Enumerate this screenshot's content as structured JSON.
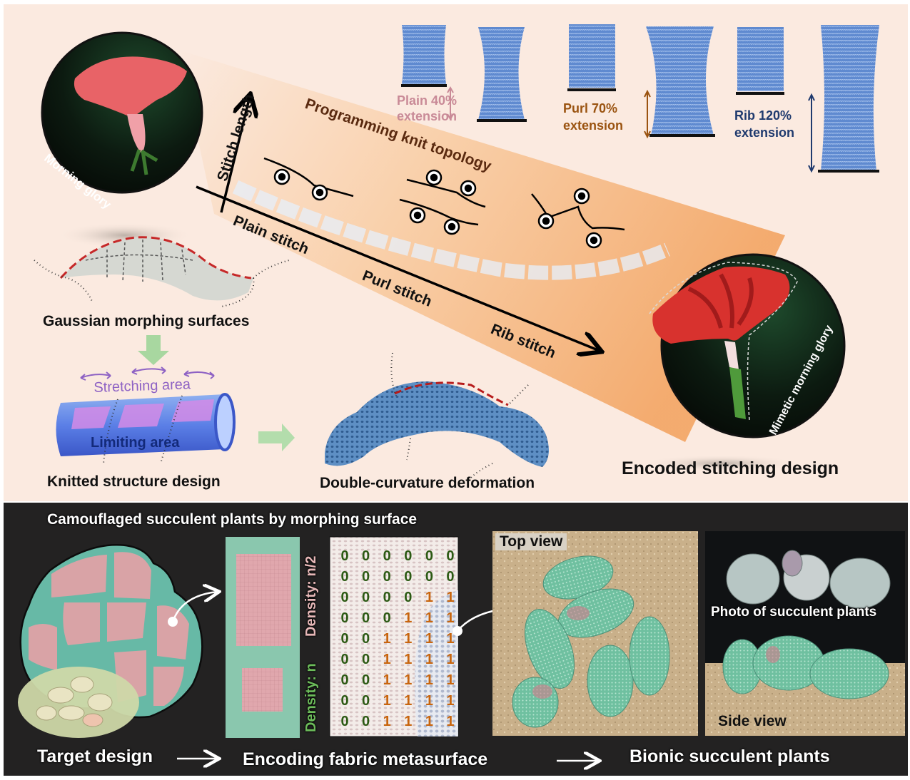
{
  "top_panel": {
    "morning_glory_label": "Morning glory",
    "axis_y_label": "Stitch length",
    "band_label": "Programming knit topology",
    "stitch_labels": [
      "Plain stitch",
      "Purl stitch",
      "Rib stitch"
    ],
    "extension_samples": [
      {
        "stitch": "Plain",
        "extension_percent": 40,
        "label_line1": "Plain 40%",
        "label_line2": "extension",
        "color": "#c98a97"
      },
      {
        "stitch": "Purl",
        "extension_percent": 70,
        "label_line1": "Purl 70%",
        "label_line2": "extension",
        "color": "#9a5310"
      },
      {
        "stitch": "Rib",
        "extension_percent": 120,
        "label_line1": "Rib 120%",
        "label_line2": "extension",
        "color": "#1f3a6e"
      }
    ],
    "gaussian_label": "Gaussian morphing surfaces",
    "stretching_label": "Stretching area",
    "limiting_label": "Limiting area",
    "knitted_label": "Knitted structure design",
    "double_curvature_label": "Double-curvature deformation",
    "mimetic_label": "Mimetic morning glory",
    "encoded_label": "Encoded stitching design"
  },
  "bottom_panel": {
    "title": "Camouflaged succulent plants by morphing surface",
    "density_n_label": "Density: n",
    "density_n2_label": "Density: n/2",
    "binary_grid": [
      [
        "0",
        "0",
        "0",
        "0",
        "0",
        "0"
      ],
      [
        "0",
        "0",
        "0",
        "0",
        "0",
        "0"
      ],
      [
        "0",
        "0",
        "0",
        "0",
        "1",
        "1"
      ],
      [
        "0",
        "0",
        "0",
        "1",
        "1",
        "1"
      ],
      [
        "0",
        "0",
        "1",
        "1",
        "1",
        "1"
      ],
      [
        "0",
        "0",
        "1",
        "1",
        "1",
        "1"
      ],
      [
        "0",
        "0",
        "1",
        "1",
        "1",
        "1"
      ],
      [
        "0",
        "0",
        "1",
        "1",
        "1",
        "1"
      ],
      [
        "0",
        "0",
        "1",
        "1",
        "1",
        "1"
      ]
    ],
    "top_view_label": "Top view",
    "photo_label": "Photo of succulent plants",
    "side_view_label": "Side view",
    "flow_steps": [
      "Target design",
      "Encoding fabric metasurface",
      "Bionic succulent plants"
    ]
  },
  "colors": {
    "panel_bg": "#fbeae0",
    "band_orange": "#f5b27a",
    "knit_blue": "#5b86c8",
    "zero_green": "#2c5a14",
    "one_orange": "#c8650e",
    "teal": "#67b9a6",
    "pink": "#d9a3a6",
    "purple_label": "#8e62c4",
    "dark_bg": "#232222"
  }
}
